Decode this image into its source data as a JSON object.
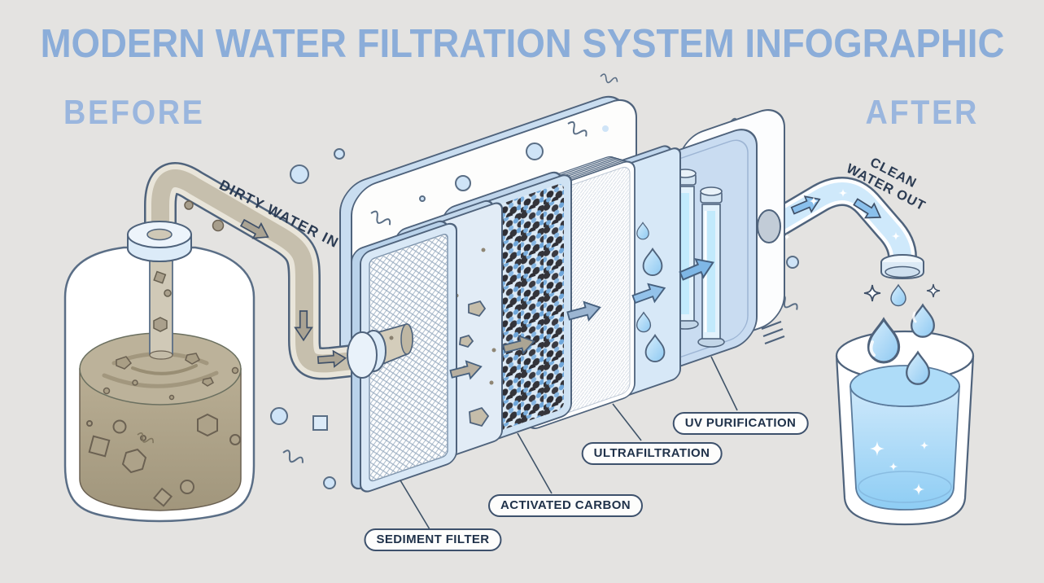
{
  "title": "MODERN WATER FILTRATION SYSTEM INFOGRAPHIC",
  "before_label": "BEFORE",
  "after_label": "AFTER",
  "flow": {
    "input_label": "DIRTY WATER IN",
    "output_label_line1": "CLEAN",
    "output_label_line2": "WATER OUT"
  },
  "stages": [
    {
      "id": "sediment-filter",
      "label": "SEDIMENT FILTER"
    },
    {
      "id": "activated-carbon",
      "label": "ACTIVATED CARBON"
    },
    {
      "id": "ultrafiltration",
      "label": "ULTRAFILTRATION"
    },
    {
      "id": "uv-purification",
      "label": "UV PURIFICATION"
    }
  ],
  "colors": {
    "background": "#e4e3e1",
    "heading_blue": "#8badd9",
    "label_text": "#20324a",
    "pill_border": "#3d516c",
    "outline_navy": "#4f637c",
    "dirty_water_tan": "#c6bfad",
    "murky_water": "#b0a58b",
    "clean_water_blue": "#8ecdf4",
    "panel_blue": "#d7e8f7",
    "carbon_dot_black": "#34343a",
    "carbon_dot_blue": "#79aede"
  }
}
